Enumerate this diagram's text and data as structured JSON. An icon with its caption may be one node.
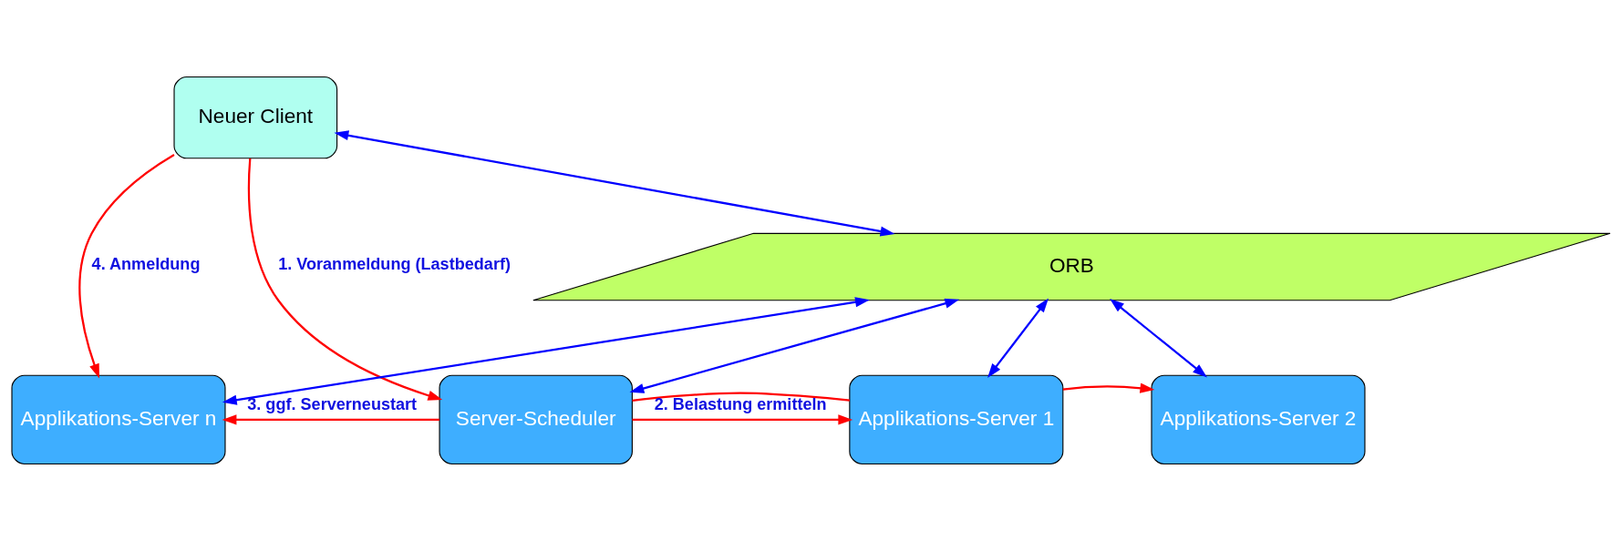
{
  "diagram": {
    "nodes": [
      {
        "text": [
          "Neuer Client"
        ]
      },
      {
        "text": [
          "ORB"
        ]
      },
      {
        "text": [
          "Applikations-Server n"
        ]
      },
      {
        "text": [
          "Server-Scheduler"
        ]
      },
      {
        "text": [
          "Applikations-Server 1"
        ]
      },
      {
        "text": [
          "Applikations-Server 2"
        ]
      }
    ],
    "edges": [
      {
        "from": 0,
        "to": 1,
        "arrow": "both",
        "color": "#0000ff"
      },
      {
        "from": 1,
        "to": 2,
        "arrow": "both",
        "color": "#0000ff"
      },
      {
        "from": 1,
        "to": 3,
        "arrow": "both",
        "color": "#0000ff"
      },
      {
        "from": 1,
        "to": 4,
        "arrow": "both",
        "color": "#0000ff"
      },
      {
        "from": 1,
        "to": 5,
        "arrow": "both",
        "color": "#0000ff"
      },
      {
        "from": 0,
        "to": 2,
        "arrow": "to",
        "label": "4. Anmeldung",
        "color": "#ff0000"
      },
      {
        "from": 0,
        "to": 3,
        "arrow": "to",
        "label": "1. Voranmeldung (Lastbedarf)",
        "color": "#ff0000"
      },
      {
        "from": 3,
        "to": 2,
        "arrow": "to",
        "label": "3. ggf. Serverneustart",
        "color": "#ff0000"
      },
      {
        "from": 3,
        "to": 4,
        "arrow": "none",
        "color": "#ff0000"
      },
      {
        "from": 3,
        "to": 4,
        "arrow": "to",
        "label": "2. Belastung ermitteln",
        "color": "#ff0000"
      },
      {
        "from": 4,
        "to": 5,
        "arrow": "to",
        "color": "#ff0000"
      }
    ]
  }
}
